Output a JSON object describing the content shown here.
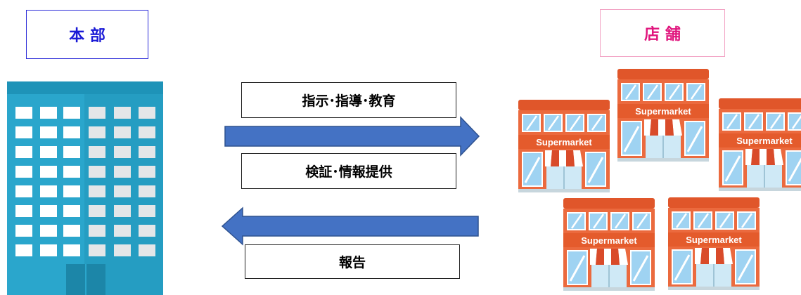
{
  "headquarters": {
    "label": "本 部"
  },
  "stores": {
    "label": "店 舗",
    "sign_text": "Supermarket"
  },
  "flow_to_stores": {
    "label_top": "指示･指導･教育",
    "label_bottom": "検証･情報提供"
  },
  "flow_to_hq": {
    "label": "報告"
  },
  "colors": {
    "hq_border": "#2b2bd8",
    "hq_text": "#1a1ad6",
    "store_border": "#f2a3c4",
    "store_text": "#e0157d",
    "arrow_fill": "#4472c4",
    "arrow_stroke": "#2f528f",
    "building": "#2aa6cc",
    "store_roof": "#e45b2c"
  }
}
